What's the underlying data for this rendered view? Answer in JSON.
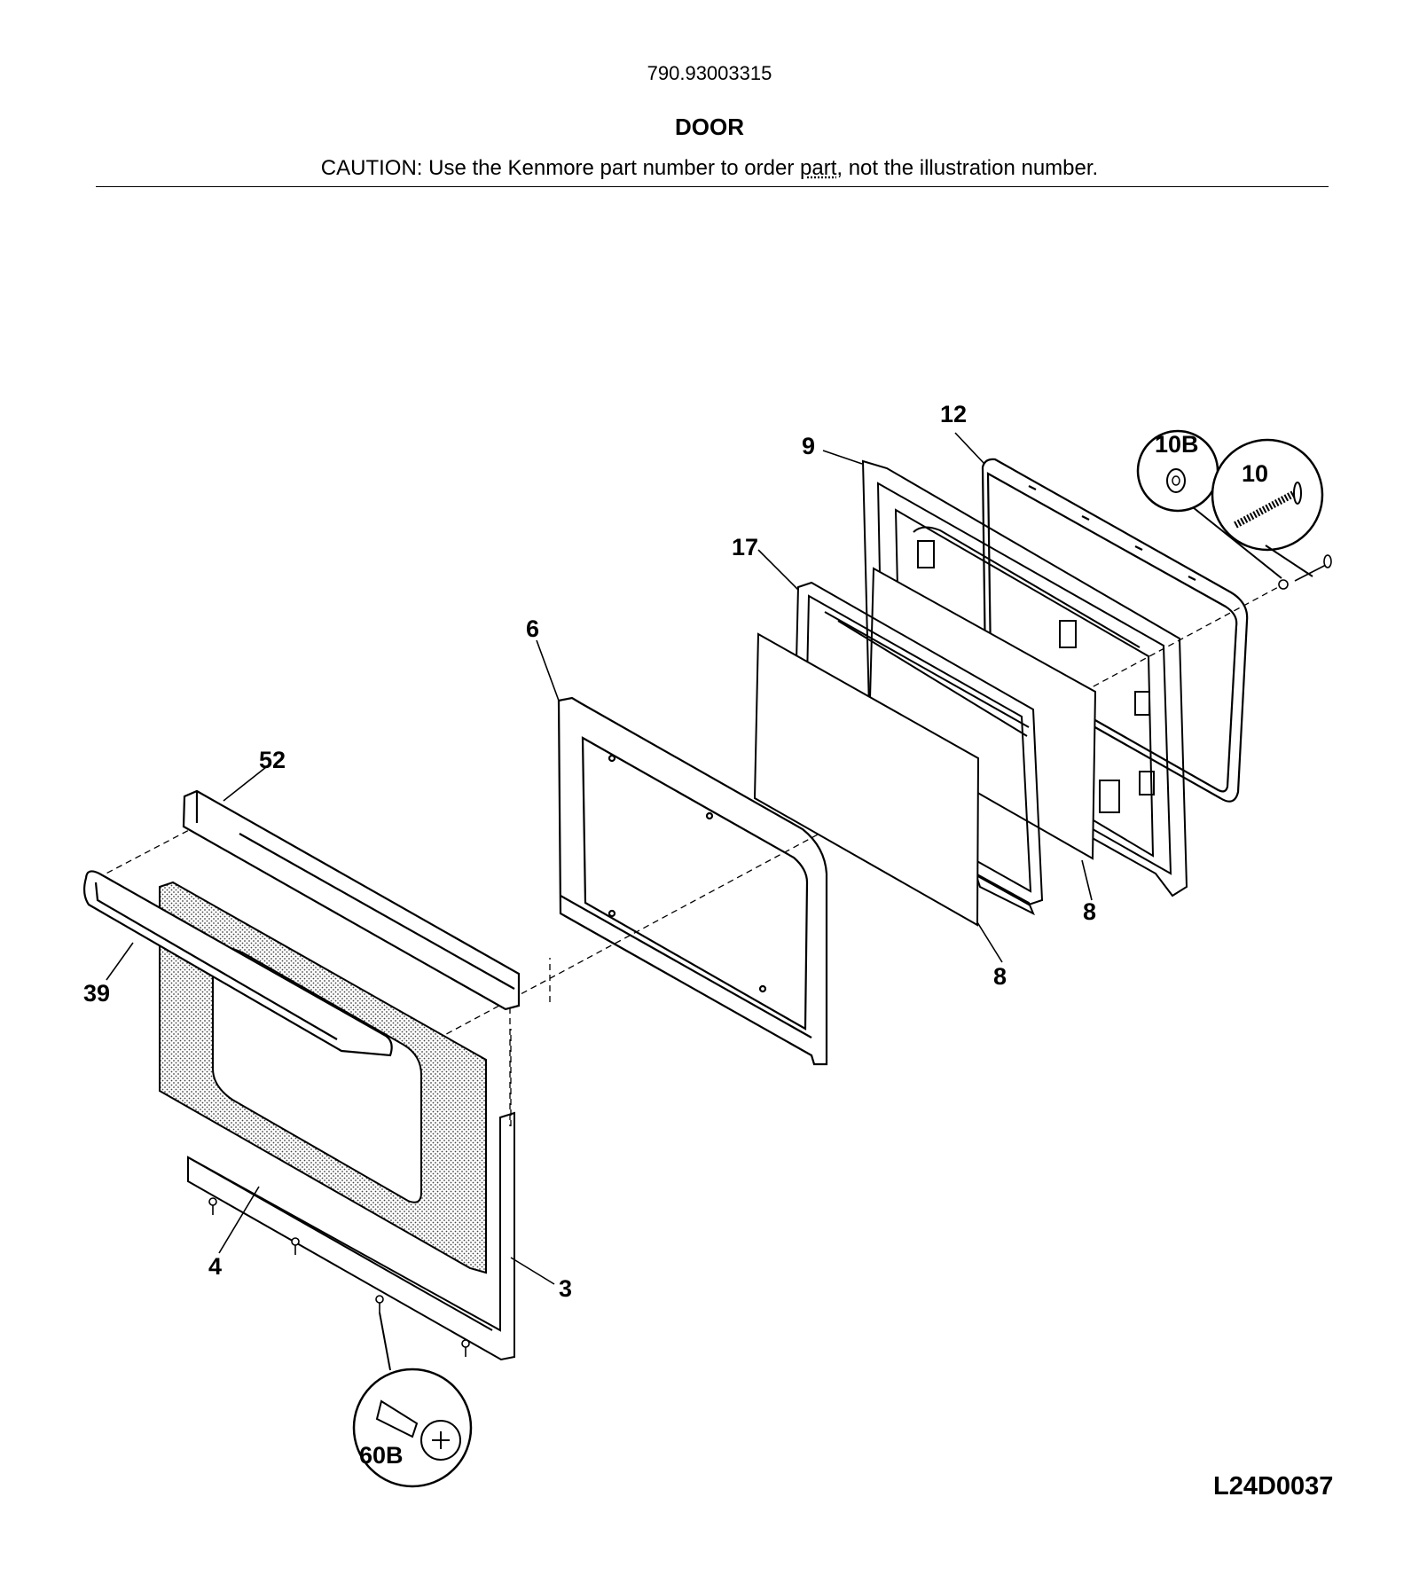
{
  "header": {
    "model_number": "790.93003315",
    "section_title": "DOOR",
    "caution_prefix": "CAUTION: Use the Kenmore part number to order ",
    "caution_underlined": "part",
    "caution_suffix": ", not the illustration number."
  },
  "callouts": {
    "c12": "12",
    "c9": "9",
    "c10B": "10B",
    "c10": "10",
    "c17": "17",
    "c6": "6",
    "c52": "52",
    "c39": "39",
    "c8a": "8",
    "c8b": "8",
    "c4": "4",
    "c3": "3",
    "c60B": "60B"
  },
  "diagram_code": "L24D0037"
}
